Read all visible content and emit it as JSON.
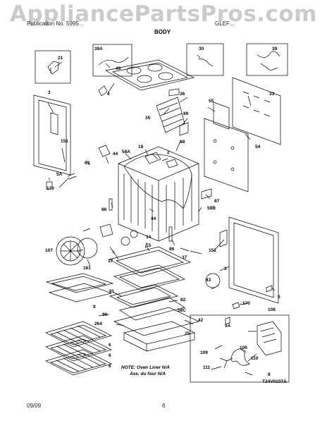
{
  "watermark": "AppliancePartsPros.com",
  "header": {
    "left": "Publication No. 5995...",
    "right": "GLEF...",
    "section_title": "BODY"
  },
  "callouts": {
    "c21": "21",
    "c39a": "39A",
    "c49": "49",
    "c30": "30",
    "c39": "39",
    "c3a": "3",
    "c4": "4",
    "c36": "36",
    "c33": "33",
    "c55": "55",
    "c89": "89",
    "c35": "35",
    "c151a": "151",
    "c88": "88",
    "c54": "54",
    "c18": "18",
    "c2": "2",
    "c58a": "58A",
    "c44a": "44",
    "c63": "63",
    "c5a": "5A",
    "c170a": "170",
    "c87": "87",
    "c86": "86",
    "c44b": "44",
    "c58b": "58B",
    "c14": "14",
    "c107": "107",
    "c15": "15",
    "c86b": "86",
    "c151b": "151",
    "c161": "161",
    "c17": "17",
    "c37": "37",
    "c3b": "3",
    "c43": "43",
    "c5": "5",
    "c81": "81",
    "c9": "9",
    "c82": "82",
    "c58c": "58C",
    "c170b": "170",
    "c108": "108",
    "c90": "90",
    "c264": "264",
    "c42": "42",
    "c5b": "5A",
    "c25": "25",
    "c6a": "6",
    "c6b": "6",
    "c6c": "6",
    "c109": "109",
    "c106": "106",
    "c110": "110",
    "c111": "111",
    "c8": "8"
  },
  "notes": {
    "line1": "NOTE: Oven Liner N/A",
    "line2": "Ass. du four N/A"
  },
  "figure_code": "T24V0107A",
  "footer": {
    "date": "09/09",
    "page": "6"
  }
}
